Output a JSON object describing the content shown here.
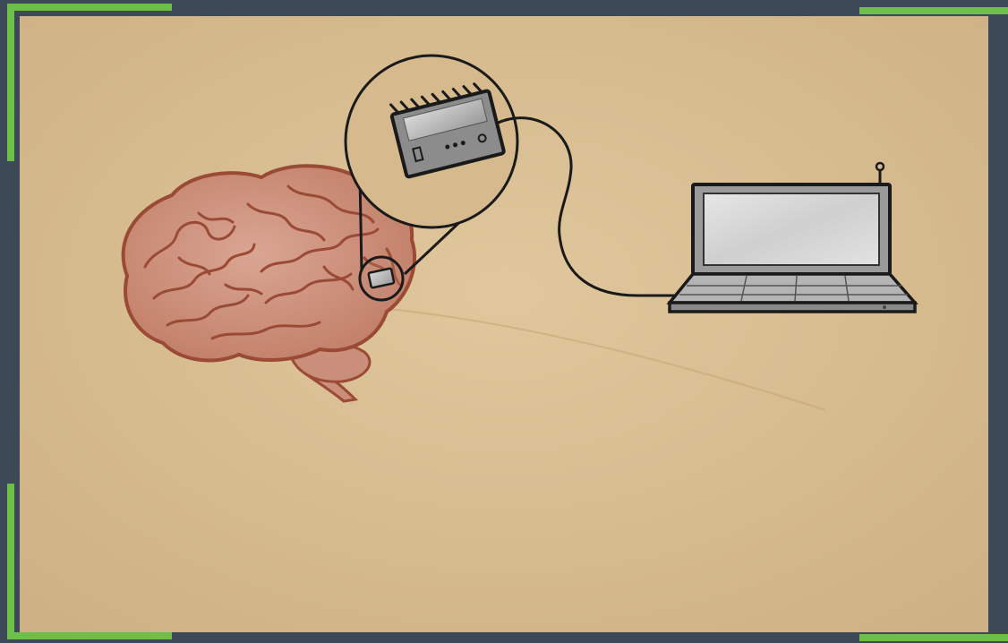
{
  "scene": {
    "elements": [
      "brain-illustration",
      "implant-chip",
      "magnifier-circle",
      "chip-closeup",
      "connection-cable",
      "laptop"
    ]
  },
  "colors": {
    "frame": "#3c4a58",
    "frame_accent": "#6cc04a",
    "paper": "#d8bd8f",
    "brain_fill": "#c98f7a",
    "brain_stroke": "#9a4a35",
    "ink": "#1a1a1a",
    "device_gray": "#8c8c8c",
    "screen": "#d8d8d8"
  }
}
